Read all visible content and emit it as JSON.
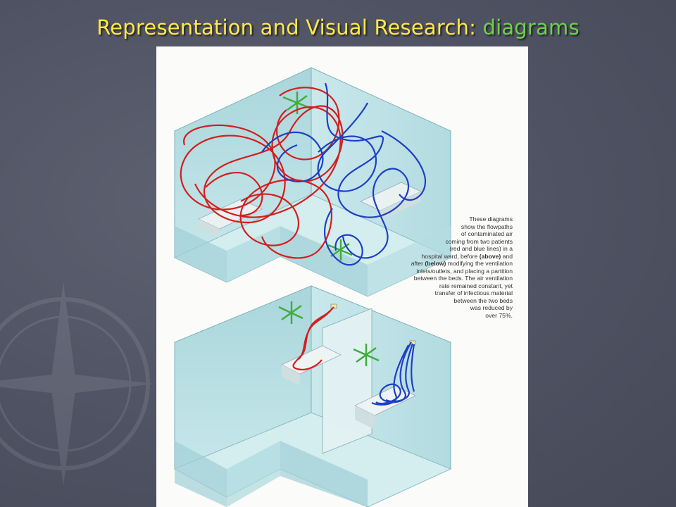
{
  "slide": {
    "title_main": "Representation and Visual Research: ",
    "title_accent": "diagrams",
    "colors": {
      "title": "#ffe84a",
      "accent": "#6fd14a",
      "background": "#505363",
      "room_glass": "#bfe3e6",
      "flow_patient_1": "#d21f1f",
      "flow_patient_2": "#1e40c4",
      "ventilation_marker": "#3fae3c"
    }
  },
  "figure": {
    "caption_lines": [
      {
        "text": "These diagrams"
      },
      {
        "text": "show the flowpaths"
      },
      {
        "text": "of contaminated air"
      },
      {
        "text": "coming from two patients"
      },
      {
        "text": "(red and blue lines) in a"
      },
      {
        "pre": "hospital ward, before ",
        "bold": "(above)",
        "post": " and"
      },
      {
        "pre": "after ",
        "bold": "(below)",
        "post": " modifying the ventilation"
      },
      {
        "text": "inlets/outlets, and placing a partition"
      },
      {
        "text": "between the beds. The air ventilation"
      },
      {
        "text": "rate remained constant, yet"
      },
      {
        "text": "transfer of infectious material"
      },
      {
        "text": "between the two beds"
      },
      {
        "text": "was reduced by"
      },
      {
        "text": "over 75%."
      }
    ]
  }
}
